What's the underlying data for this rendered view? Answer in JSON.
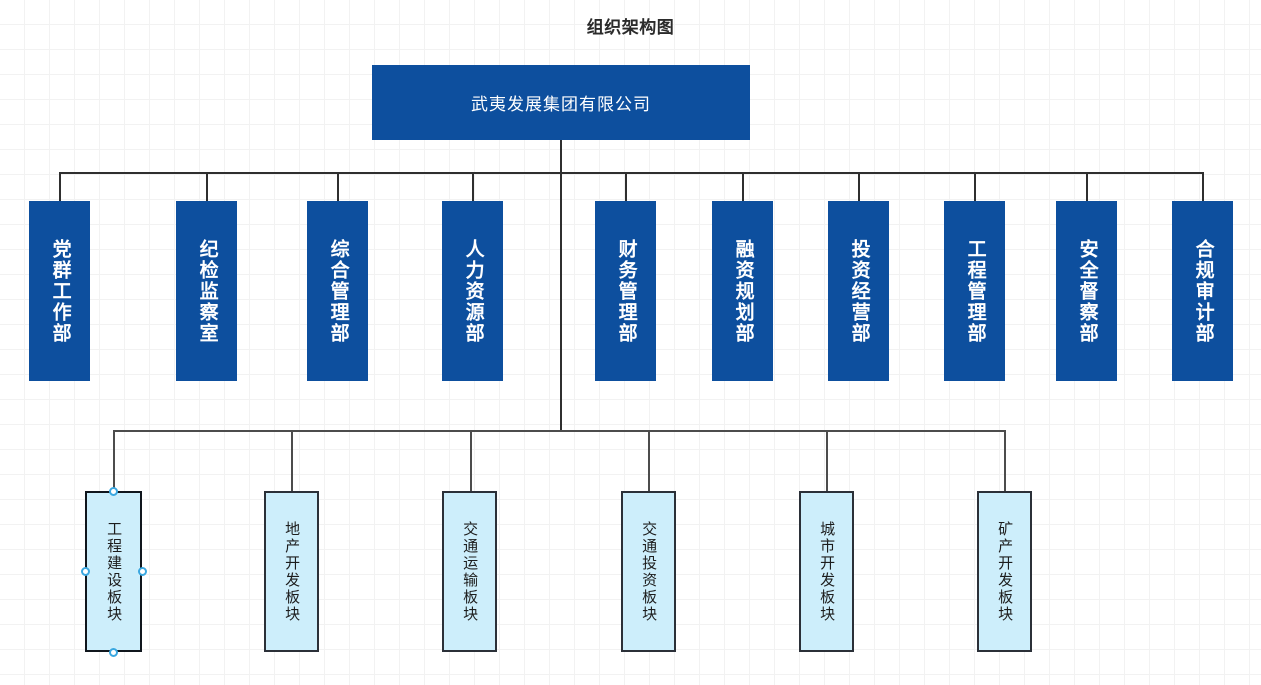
{
  "title": "组织架构图",
  "root": {
    "label": "武夷发展集团有限公司"
  },
  "departments": [
    {
      "label": "党群工作部"
    },
    {
      "label": "纪检监察室"
    },
    {
      "label": "综合管理部"
    },
    {
      "label": "人力资源部"
    },
    {
      "label": "财务管理部"
    },
    {
      "label": "融资规划部"
    },
    {
      "label": "投资经营部"
    },
    {
      "label": "工程管理部"
    },
    {
      "label": "安全督察部"
    },
    {
      "label": "合规审计部"
    }
  ],
  "sectors": [
    {
      "label": "工程建设板块",
      "selected": true
    },
    {
      "label": "地产开发板块",
      "selected": false
    },
    {
      "label": "交通运输板块",
      "selected": false
    },
    {
      "label": "交通投资板块",
      "selected": false
    },
    {
      "label": "城市开发板块",
      "selected": false
    },
    {
      "label": "矿产开发板块",
      "selected": false
    }
  ],
  "colors": {
    "node_blue": "#0d4f9e",
    "node_text_light": "#ffffff",
    "sector_fill": "#cdeefb",
    "sector_border": "#2b3038",
    "connector": "#2f2f2f",
    "selection_handle": "#3aa7e0",
    "title_text": "#2b2b2b",
    "grid_minor": "#f2f2f2",
    "grid_major": "#ebebeb"
  }
}
